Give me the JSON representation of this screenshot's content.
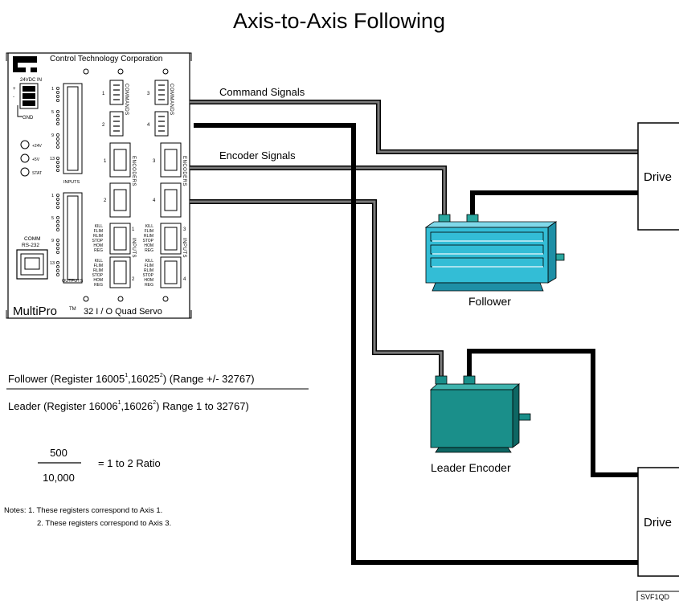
{
  "title": "Axis-to-Axis Following",
  "controller": {
    "brand": "Control Technology Corporation",
    "logo_text": "CT",
    "power_label": "24VDC IN",
    "plus": "+",
    "minus": "-",
    "gnd_label": "GND",
    "led_24v": "+24V",
    "led_5v": "+5V",
    "led_stat": "STAT",
    "inputs_label": "INPUTS",
    "outputs_label": "OUTPUTS",
    "comm_label": "COMM",
    "rs232_label": "RS-232",
    "model_name": "MultiPro",
    "trademark": "TM",
    "model_desc": "32 I / O Quad Servo",
    "commands_vertical": "COMMANDS",
    "encoders_vertical": "ENCODERS",
    "inputs_vertical": "INPUTS",
    "pin_numbers": [
      "1",
      "5",
      "9",
      "13"
    ],
    "port_numbers": [
      "1",
      "2",
      "3",
      "4"
    ],
    "io_labels": [
      "KILL",
      "FLIM",
      "RLIM",
      "STOP",
      "HOM",
      "REG"
    ]
  },
  "signals": {
    "command": "Command Signals",
    "encoder": "Encoder Signals"
  },
  "drives": [
    "Drive",
    "Drive"
  ],
  "motors": {
    "follower": "Follower",
    "leader": "Leader Encoder"
  },
  "formula": {
    "numerator_text": "Follower (Register 16005",
    "num_sup1": "1",
    "num_mid": ",16025",
    "num_sup2": "2",
    "num_end": ") (Range +/- 32767)",
    "denominator_text": "Leader (Register 16006",
    "den_sup1": "1",
    "den_mid": ",16026",
    "den_sup2": "2",
    "den_end": ") Range 1 to 32767)"
  },
  "ratio": {
    "numerator": "500",
    "denominator": "10,000",
    "result": "= 1 to 2 Ratio"
  },
  "notes": {
    "line1": "Notes: 1. These registers correspond to Axis 1.",
    "line2": "2. These registers correspond to Axis 3."
  },
  "figure_id": "SVF1QD",
  "colors": {
    "follower_motor": "#33bdd6",
    "leader_motor": "#1a8f8a",
    "cable": "#000000"
  }
}
